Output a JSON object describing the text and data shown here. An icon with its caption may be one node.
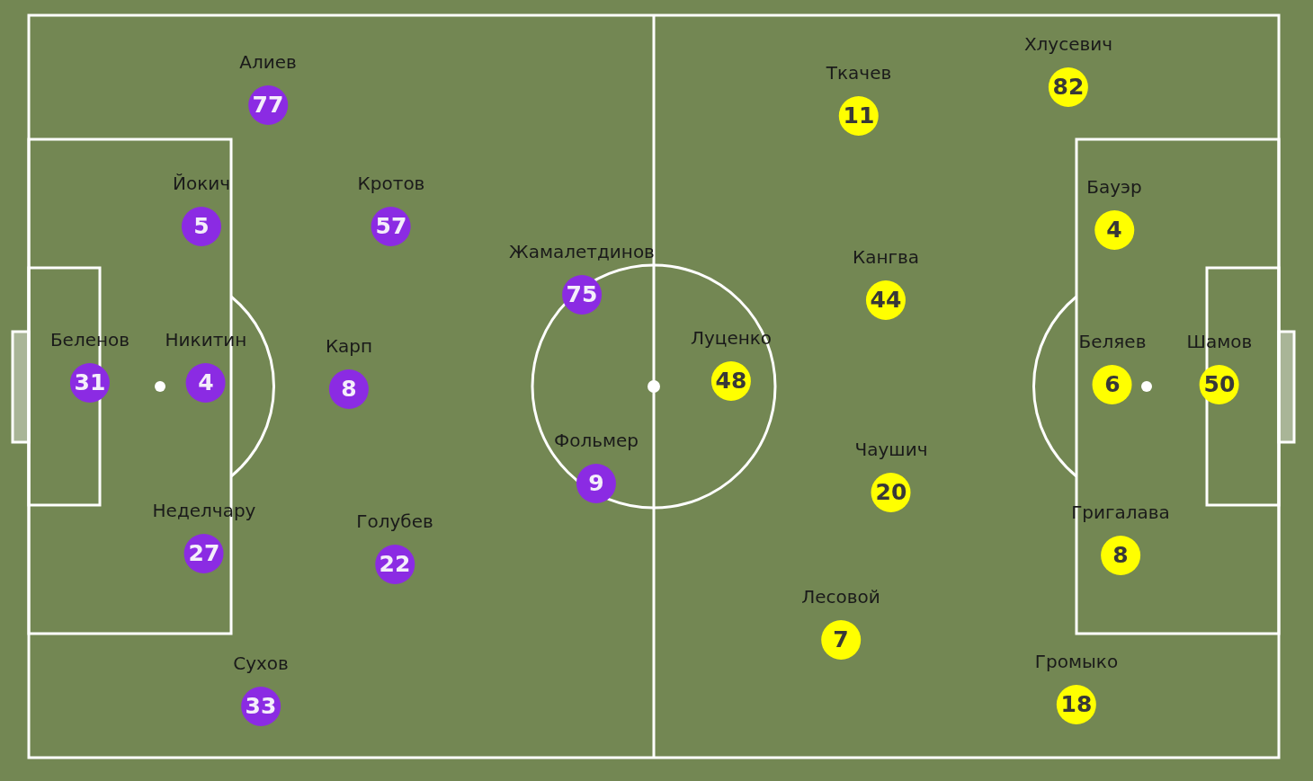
{
  "diagram": {
    "nodes": [
      {
        "text": [
          "Алиев",
          "77"
        ]
      },
      {
        "text": [
          "Йокич",
          "5"
        ]
      },
      {
        "text": [
          "Кротов",
          "57"
        ]
      },
      {
        "text": [
          "Жамалетдинов",
          "75"
        ]
      },
      {
        "text": [
          "Беленов",
          "31"
        ]
      },
      {
        "text": [
          "Никитин",
          "4"
        ]
      },
      {
        "text": [
          "Карп",
          "8"
        ]
      },
      {
        "text": [
          "Фольмер",
          "9"
        ]
      },
      {
        "text": [
          "Неделчару",
          "27"
        ]
      },
      {
        "text": [
          "Голубев",
          "22"
        ]
      },
      {
        "text": [
          "Сухов",
          "33"
        ]
      },
      {
        "text": [
          "Хлусевич",
          "82"
        ]
      },
      {
        "text": [
          "Ткачев",
          "11"
        ]
      },
      {
        "text": [
          "Бауэр",
          "4"
        ]
      },
      {
        "text": [
          "Кангва",
          "44"
        ]
      },
      {
        "text": [
          "Луценко",
          "48"
        ]
      },
      {
        "text": [
          "Беляев",
          "6"
        ]
      },
      {
        "text": [
          "Шамов",
          "50"
        ]
      },
      {
        "text": [
          "Чаушич",
          "20"
        ]
      },
      {
        "text": [
          "Григалава",
          "8"
        ]
      },
      {
        "text": [
          "Лесовой",
          "7"
        ]
      },
      {
        "text": [
          "Громыко",
          "18"
        ]
      }
    ]
  }
}
